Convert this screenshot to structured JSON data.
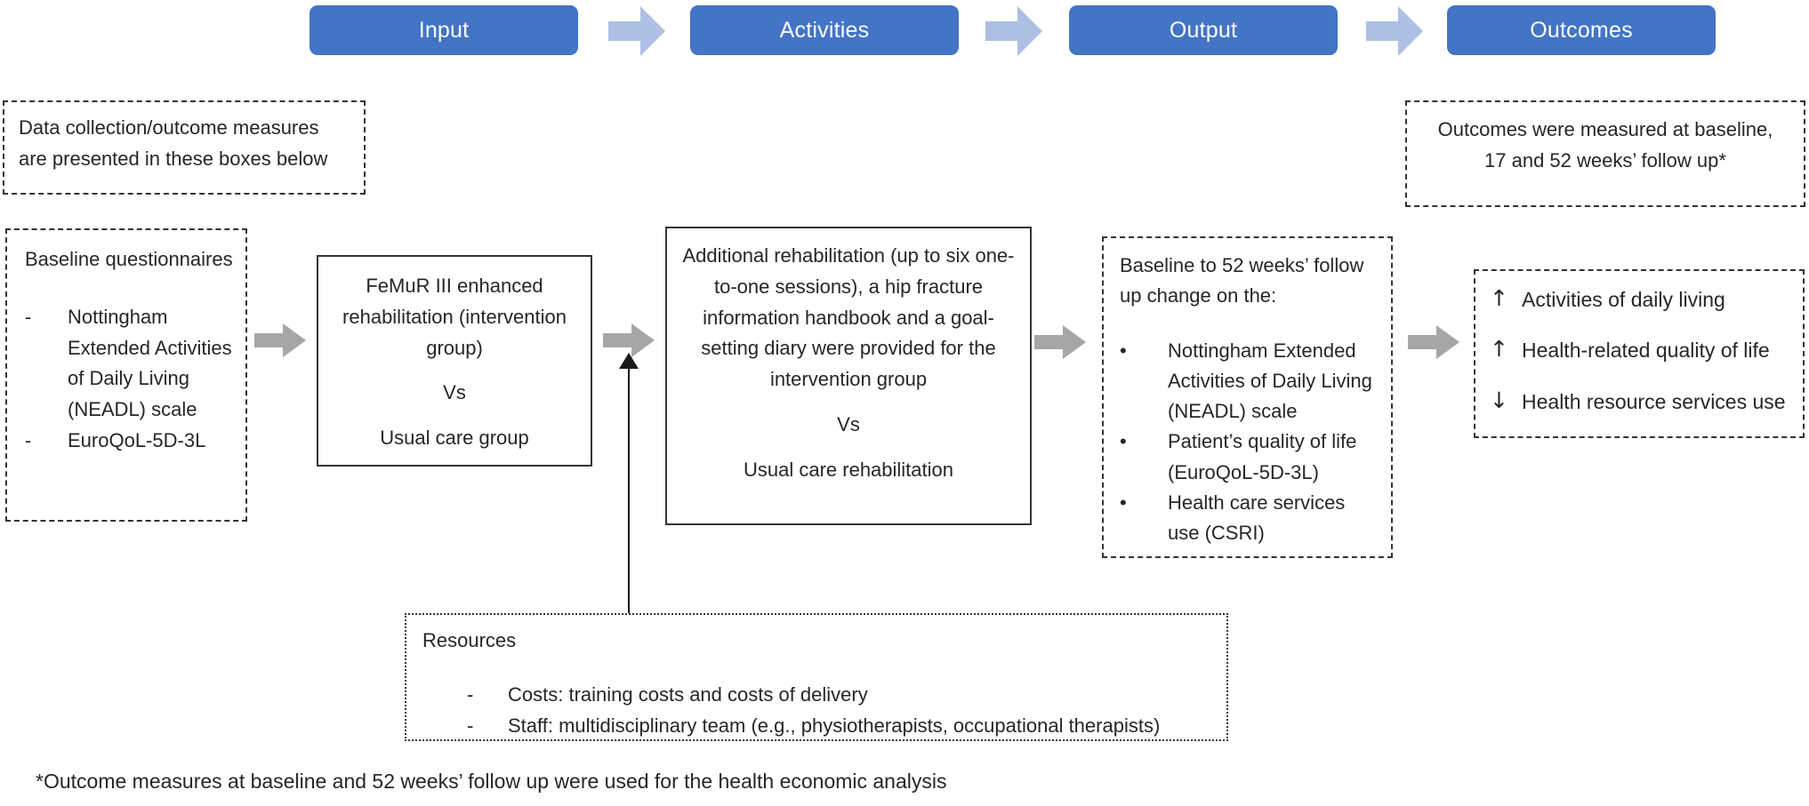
{
  "stages": [
    "Input",
    "Activities",
    "Output",
    "Outcomes"
  ],
  "notes": {
    "data_note_line1": "Data collection/outcome measures",
    "data_note_line2": "are presented in these boxes below",
    "outcomes_note_line1": "Outcomes were measured at baseline,",
    "outcomes_note_line2": "17 and 52 weeks’ follow up*",
    "footnote": "*Outcome measures at baseline and 52 weeks’ follow up were used for the health economic analysis"
  },
  "baseline_box": {
    "title": "Baseline questionnaires",
    "bullet": "-",
    "items": [
      "Nottingham Extended Activities of Daily Living (NEADL) scale",
      "EuroQoL-5D-3L"
    ]
  },
  "intervention_box": {
    "para1": "FeMuR III enhanced rehabilitation (intervention group)",
    "separator": "Vs",
    "para2": "Usual care group"
  },
  "activities_box": {
    "para1": "Additional rehabilitation (up to six one-to-one sessions), a hip fracture information handbook and a goal-setting diary were provided for the intervention group",
    "separator": "Vs",
    "para2": "Usual care rehabilitation"
  },
  "output_box": {
    "title": "Baseline to 52 weeks’ follow up change on the:",
    "bullet": "•",
    "items": [
      "Nottingham Extended Activities of Daily Living (NEADL) scale",
      "Patient’s quality of life (EuroQoL-5D-3L)",
      "Health care services use (CSRI)"
    ]
  },
  "outcomes_box": {
    "items": [
      {
        "arrow": "↑",
        "label": "Activities of daily living"
      },
      {
        "arrow": "↑",
        "label": "Health-related quality of life"
      },
      {
        "arrow": "↓",
        "label": "Health resource services use"
      }
    ]
  },
  "resources_box": {
    "title": "Resources",
    "bullet": "-",
    "items": [
      "Costs: training costs and costs of delivery",
      "Staff: multidisciplinary team (e.g., physiotherapists, occupational therapists)"
    ]
  },
  "colors": {
    "stage_blue": "#4374C5",
    "flow_arrow_blue": "#AEBFE4",
    "connector_gray": "#A6A6A6",
    "border_dark": "#333333",
    "text": "#262626"
  }
}
